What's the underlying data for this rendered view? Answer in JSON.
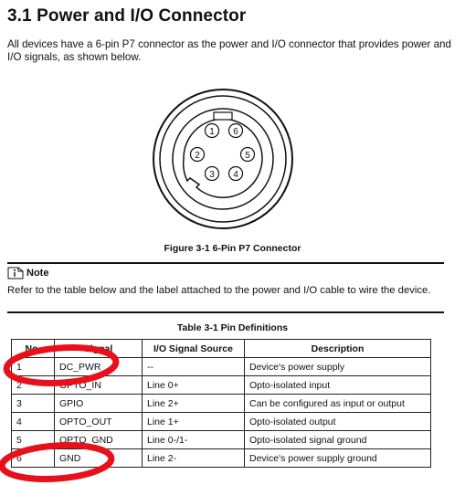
{
  "section": {
    "title": "3.1 Power and I/O Connector",
    "intro": "All devices have a 6-pin P7 connector as the power and I/O connector that provides power and I/O signals, as shown below."
  },
  "figure": {
    "caption": "Figure 3-1 6-Pin P7 Connector",
    "pins": [
      "1",
      "2",
      "3",
      "4",
      "5",
      "6"
    ]
  },
  "note": {
    "label": "Note",
    "text": "Refer to the table below and the label attached to the power and I/O cable to wire the device."
  },
  "table": {
    "title": "Table 3-1 Pin Definitions",
    "headers": [
      "No.",
      "Signal",
      "I/O Signal Source",
      "Description"
    ],
    "rows": [
      [
        "1",
        "DC_PWR",
        "--",
        "Device's power supply"
      ],
      [
        "2",
        "OPTO_IN",
        "Line 0+",
        "Opto-isolated input"
      ],
      [
        "3",
        "GPIO",
        "Line 2+",
        "Can be configured as input or output"
      ],
      [
        "4",
        "OPTO_OUT",
        "Line 1+",
        "Opto-isolated output"
      ],
      [
        "5",
        "OPTO_GND",
        "Line 0-/1-",
        "Opto-isolated signal ground"
      ],
      [
        "6",
        "GND",
        "Line 2-",
        "Device's power supply ground"
      ]
    ]
  },
  "colors": {
    "highlight": "#e8101a",
    "text": "#111111"
  },
  "icons": {
    "note": "note-info-icon"
  }
}
